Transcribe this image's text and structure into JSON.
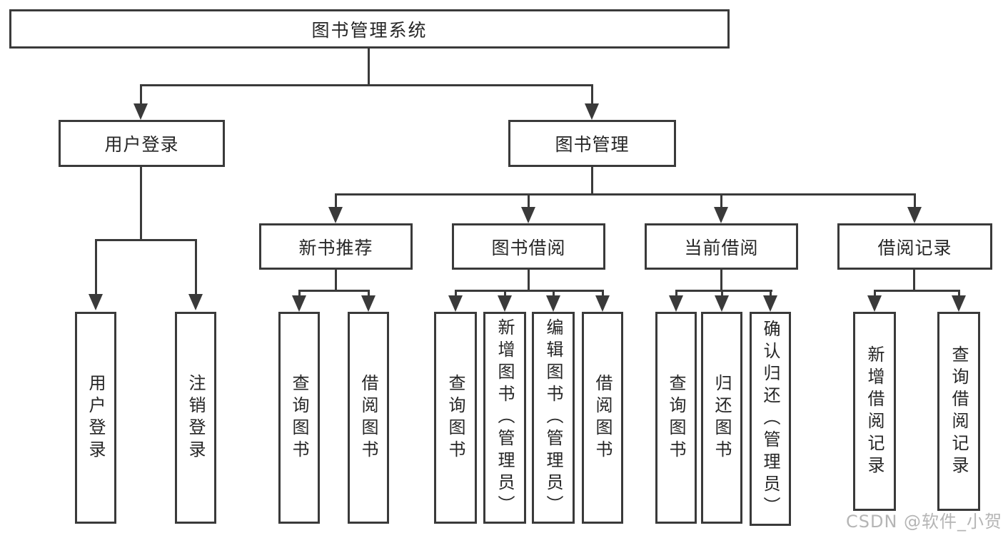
{
  "diagram_title": "图书管理系统",
  "colors": {
    "line": "#3a3a3a",
    "box_border": "#3a3a3a",
    "text": "#262626",
    "watermark": "#b5b5b5",
    "background": "#ffffff"
  },
  "tree": {
    "root": {
      "label": "图书管理系统",
      "children": [
        {
          "label": "用户登录",
          "children": [
            {
              "label": "用户登录"
            },
            {
              "label": "注销登录"
            }
          ]
        },
        {
          "label": "图书管理",
          "children": [
            {
              "label": "新书推荐",
              "children": [
                {
                  "label": "查询图书"
                },
                {
                  "label": "借阅图书"
                }
              ]
            },
            {
              "label": "图书借阅",
              "children": [
                {
                  "label": "查询图书"
                },
                {
                  "label": "新增图书（管理员）"
                },
                {
                  "label": "编辑图书（管理员）"
                },
                {
                  "label": "借阅图书"
                }
              ]
            },
            {
              "label": "当前借阅",
              "children": [
                {
                  "label": "查询图书"
                },
                {
                  "label": "归还图书"
                },
                {
                  "label": "确认归还（管理员）"
                }
              ]
            },
            {
              "label": "借阅记录",
              "children": [
                {
                  "label": "新增借阅记录"
                },
                {
                  "label": "查询借阅记录"
                }
              ]
            }
          ]
        }
      ]
    }
  },
  "watermark": {
    "text": "CSDN @软件_小贺同学"
  }
}
